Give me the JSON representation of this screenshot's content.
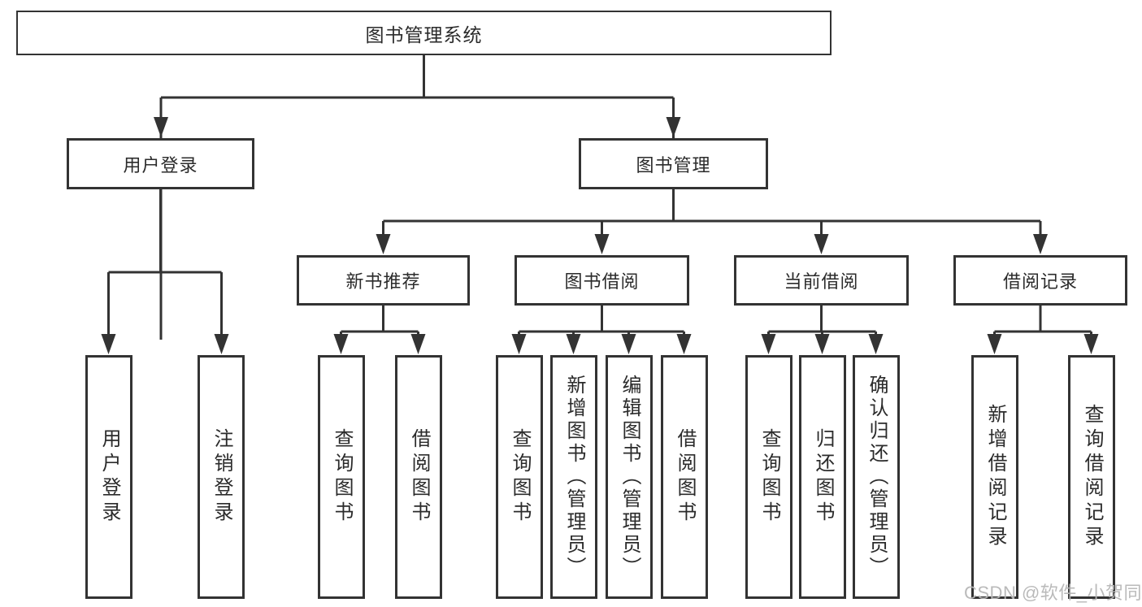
{
  "diagram": {
    "root": "图书管理系统",
    "branches": [
      {
        "label": "用户登录",
        "children": [
          "用户登录",
          "注销登录"
        ]
      },
      {
        "label": "图书管理",
        "sections": [
          {
            "label": "新书推荐",
            "children": [
              "查询图书",
              "借阅图书"
            ]
          },
          {
            "label": "图书借阅",
            "children": [
              "查询图书",
              "新增图书（管理员）",
              "编辑图书（管理员）",
              "借阅图书"
            ]
          },
          {
            "label": "当前借阅",
            "children": [
              "查询图书",
              "归还图书",
              "确认归还（管理员）"
            ]
          },
          {
            "label": "借阅记录",
            "children": [
              "新增借阅记录",
              "查询借阅记录"
            ]
          }
        ]
      }
    ]
  },
  "watermark": "CSDN @软件_小贺同学",
  "colors": {
    "line": "#333333",
    "box_border": "#333333",
    "box_fill": "#ffffff",
    "text": "#2b2b2b",
    "watermark": "#b6b6b6",
    "background": "#ffffff"
  }
}
